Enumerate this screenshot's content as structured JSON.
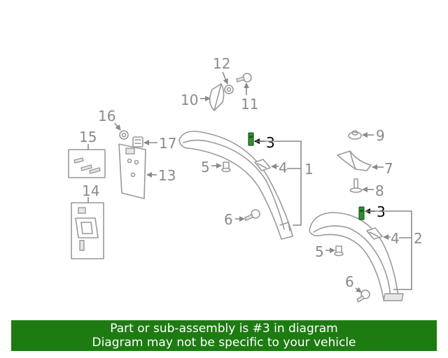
{
  "callouts": {
    "c1": "1",
    "c2": "2",
    "c3a": "3",
    "c3b": "3",
    "c4a": "4",
    "c4b": "4",
    "c5a": "5",
    "c5b": "5",
    "c6a": "6",
    "c6b": "6",
    "c7": "7",
    "c8": "8",
    "c9": "9",
    "c10": "10",
    "c11": "11",
    "c12": "12",
    "c13": "13",
    "c14": "14",
    "c15": "15",
    "c16": "16",
    "c17": "17"
  },
  "highlight": {
    "part": "3",
    "color": "#2f8f2f"
  },
  "notice": {
    "line1": "Part or sub-assembly is #3 in diagram",
    "line2": "Diagram may not be specific to your vehicle",
    "background": "#1e7b12"
  }
}
